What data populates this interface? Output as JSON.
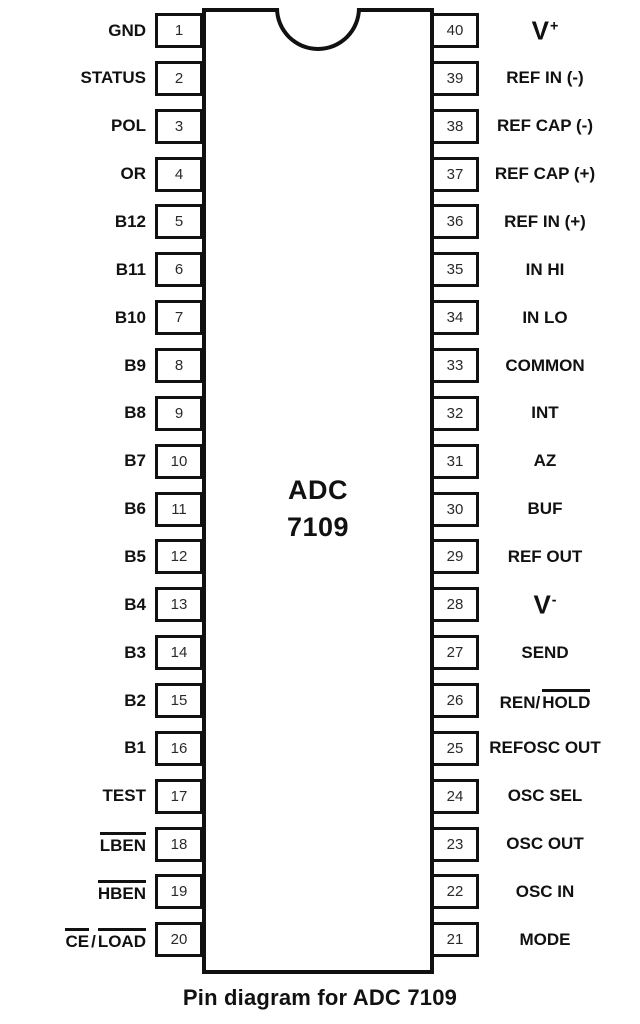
{
  "caption": "Pin diagram for ADC 7109",
  "chip": {
    "line1": "ADC",
    "line2": "7109"
  },
  "colors": {
    "ink": "#111111",
    "background": "#ffffff"
  },
  "left_pins": [
    {
      "n": "1",
      "segs": [
        {
          "t": "GND"
        }
      ]
    },
    {
      "n": "2",
      "segs": [
        {
          "t": "STATUS"
        }
      ]
    },
    {
      "n": "3",
      "segs": [
        {
          "t": "POL"
        }
      ]
    },
    {
      "n": "4",
      "segs": [
        {
          "t": "OR"
        }
      ]
    },
    {
      "n": "5",
      "segs": [
        {
          "t": "B12"
        }
      ]
    },
    {
      "n": "6",
      "segs": [
        {
          "t": "B11"
        }
      ]
    },
    {
      "n": "7",
      "segs": [
        {
          "t": "B10"
        }
      ]
    },
    {
      "n": "8",
      "segs": [
        {
          "t": "B9"
        }
      ]
    },
    {
      "n": "9",
      "segs": [
        {
          "t": "B8"
        }
      ]
    },
    {
      "n": "10",
      "segs": [
        {
          "t": "B7"
        }
      ]
    },
    {
      "n": "11",
      "segs": [
        {
          "t": "B6"
        }
      ]
    },
    {
      "n": "12",
      "segs": [
        {
          "t": "B5"
        }
      ]
    },
    {
      "n": "13",
      "segs": [
        {
          "t": "B4"
        }
      ]
    },
    {
      "n": "14",
      "segs": [
        {
          "t": "B3"
        }
      ]
    },
    {
      "n": "15",
      "segs": [
        {
          "t": "B2"
        }
      ]
    },
    {
      "n": "16",
      "segs": [
        {
          "t": "B1"
        }
      ]
    },
    {
      "n": "17",
      "segs": [
        {
          "t": "TEST"
        }
      ]
    },
    {
      "n": "18",
      "segs": [
        {
          "t": "LBEN",
          "ol": true
        }
      ]
    },
    {
      "n": "19",
      "segs": [
        {
          "t": "HBEN",
          "ol": true
        }
      ]
    },
    {
      "n": "20",
      "segs": [
        {
          "t": "CE",
          "ol": true
        },
        {
          "t": "/"
        },
        {
          "t": "LOAD",
          "ol": true
        }
      ]
    }
  ],
  "right_pins": [
    {
      "n": "40",
      "big": true,
      "segs": [
        {
          "t": "V"
        },
        {
          "t": "+",
          "sup": true
        }
      ]
    },
    {
      "n": "39",
      "segs": [
        {
          "t": "REF IN (-)"
        }
      ]
    },
    {
      "n": "38",
      "segs": [
        {
          "t": "REF CAP (-)"
        }
      ]
    },
    {
      "n": "37",
      "segs": [
        {
          "t": "REF CAP (+)"
        }
      ]
    },
    {
      "n": "36",
      "segs": [
        {
          "t": "REF IN (+)"
        }
      ]
    },
    {
      "n": "35",
      "segs": [
        {
          "t": "IN HI"
        }
      ]
    },
    {
      "n": "34",
      "segs": [
        {
          "t": "IN LO"
        }
      ]
    },
    {
      "n": "33",
      "segs": [
        {
          "t": "COMMON"
        }
      ]
    },
    {
      "n": "32",
      "segs": [
        {
          "t": "INT"
        }
      ]
    },
    {
      "n": "31",
      "segs": [
        {
          "t": "AZ"
        }
      ]
    },
    {
      "n": "30",
      "segs": [
        {
          "t": "BUF"
        }
      ]
    },
    {
      "n": "29",
      "segs": [
        {
          "t": "REF OUT"
        }
      ]
    },
    {
      "n": "28",
      "big": true,
      "segs": [
        {
          "t": "V"
        },
        {
          "t": "-",
          "sup": true
        }
      ]
    },
    {
      "n": "27",
      "segs": [
        {
          "t": "SEND"
        }
      ]
    },
    {
      "n": "26",
      "segs": [
        {
          "t": "REN/"
        },
        {
          "t": "HOLD",
          "ol": true
        }
      ]
    },
    {
      "n": "25",
      "segs": [
        {
          "t": "REFOSC OUT"
        }
      ]
    },
    {
      "n": "24",
      "segs": [
        {
          "t": "OSC SEL"
        }
      ]
    },
    {
      "n": "23",
      "segs": [
        {
          "t": "OSC OUT"
        }
      ]
    },
    {
      "n": "22",
      "segs": [
        {
          "t": "OSC IN"
        }
      ]
    },
    {
      "n": "21",
      "segs": [
        {
          "t": "MODE"
        }
      ]
    }
  ],
  "layout_meta": {
    "pin_count_per_side": 20
  }
}
